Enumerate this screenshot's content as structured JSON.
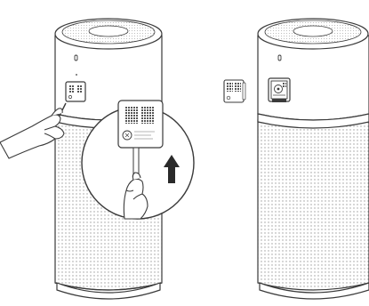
{
  "figure": {
    "panels": [
      {
        "step": "remove-sensor-cover",
        "arrow": "up"
      },
      {
        "step": "cover-removed-sensor-exposed"
      }
    ],
    "line_color": "#3a3a3a",
    "fill_color": "#ffffff",
    "mesh_color": "#9a9a9a",
    "arrow_color": "#2a2a2a"
  }
}
